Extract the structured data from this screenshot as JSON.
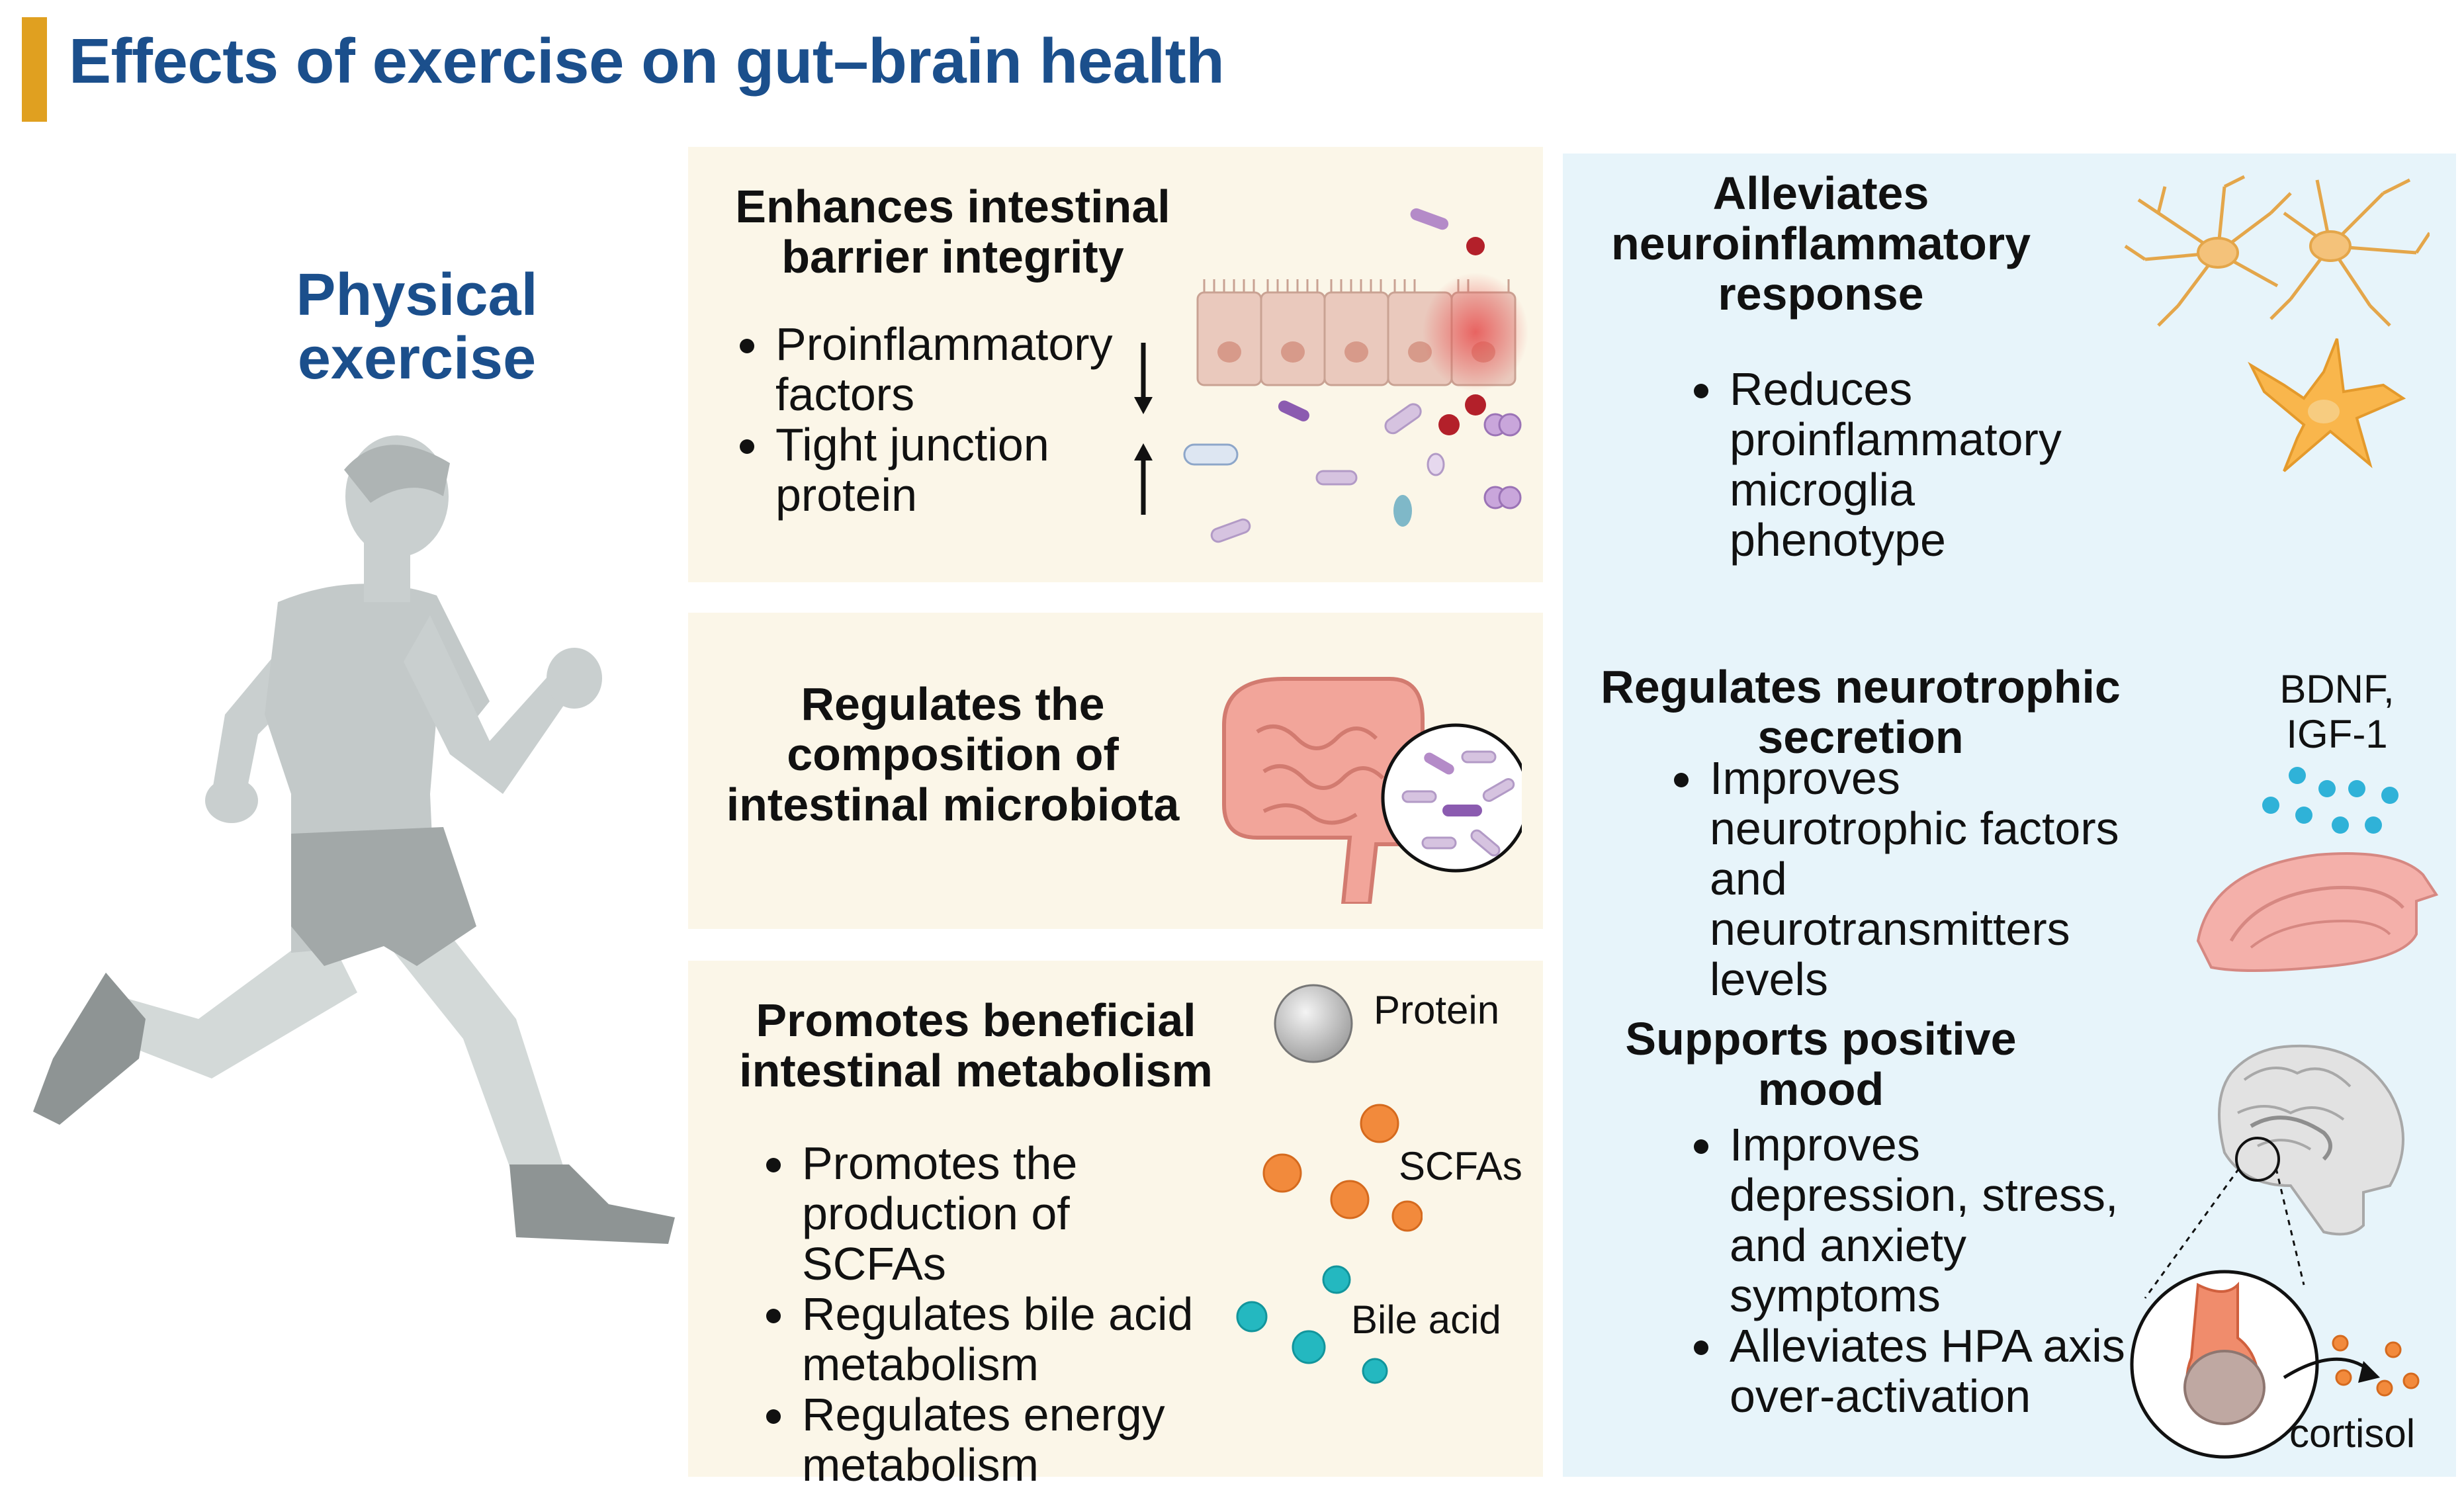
{
  "title": "Effects of exercise on gut–brain health",
  "exercise_label": "Physical exercise",
  "barrier": {
    "heading": "Enhances intestinal barrier integrity",
    "items": [
      "Proinflammatory factors",
      "Tight junction protein"
    ]
  },
  "microbiota": {
    "heading": "Regulates the composition of intestinal microbiota"
  },
  "metabolism": {
    "heading": "Promotes beneficial intestinal metabolism",
    "items": [
      "Promotes the production of SCFAs",
      "Regulates bile acid metabolism",
      "Regulates energy metabolism"
    ],
    "legend": {
      "protein": "Protein",
      "scfas": "SCFAs",
      "bile_acid": "Bile acid"
    }
  },
  "neuroinflammation": {
    "heading": "Alleviates neuroinflammatory response",
    "items": [
      "Reduces proinflammatory microglia phenotype"
    ]
  },
  "neurotrophic": {
    "heading": "Regulates neurotrophic secretion",
    "items": [
      "Improves neurotrophic factors and neurotransmitters levels"
    ],
    "factors_label": "BDNF, IGF-1"
  },
  "mood": {
    "heading": "Supports positive mood",
    "items": [
      "Improves depression, stress, and anxiety symptoms",
      "Alleviates HPA axis over-activation"
    ],
    "cortisol_label": "cortisol"
  },
  "colors": {
    "title": "#1B4F8C",
    "accent_bar": "#E0A020",
    "panel_beige": "#FBF6E8",
    "panel_blue": "#E7F4FA"
  }
}
